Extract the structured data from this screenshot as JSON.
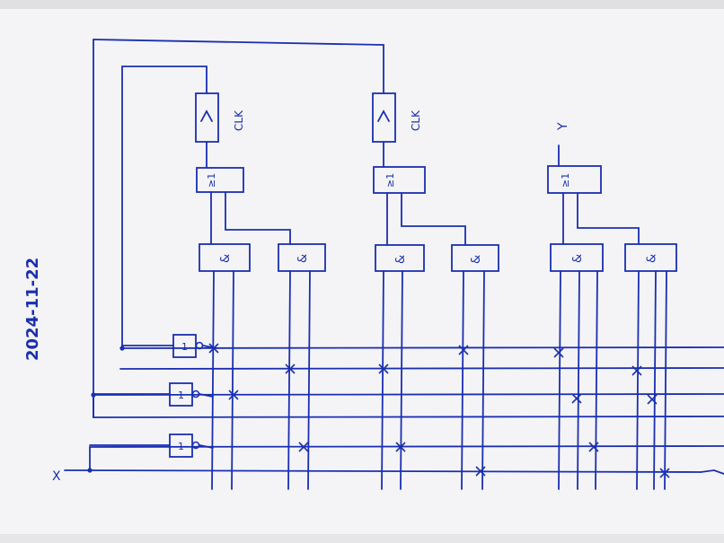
{
  "date": "2024-11-22",
  "labels": {
    "flipflop_clk": "CLK",
    "or_gate": "≥1",
    "and_gate": "&",
    "inverter": "1",
    "output": "Y",
    "input": "X"
  },
  "colors": {
    "ink": "#1a2fb0",
    "paper": "#f4f4f6"
  }
}
